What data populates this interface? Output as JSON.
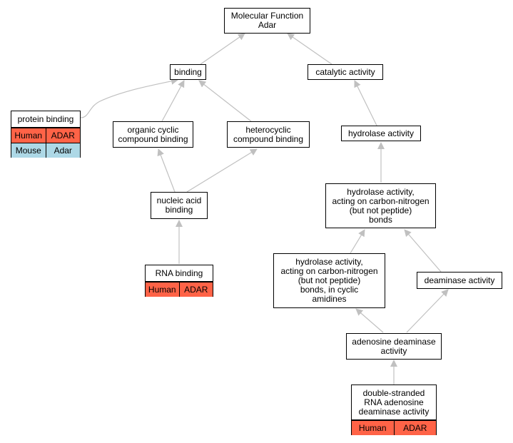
{
  "diagram": {
    "colors": {
      "edge": "#c0c0c0",
      "human_row": "#ff6347",
      "mouse_row": "#add8e6",
      "box_border": "#000000",
      "box_fill": "#ffffff"
    },
    "nodes": {
      "molecular_function": [
        "Molecular Function",
        "Adar"
      ],
      "binding": [
        "binding"
      ],
      "catalytic_activity": [
        "catalytic activity"
      ],
      "organic_cyclic": [
        "organic cyclic",
        "compound binding"
      ],
      "heterocyclic": [
        "heterocyclic",
        "compound binding"
      ],
      "hydrolase_activity": [
        "hydrolase activity"
      ],
      "nucleic_acid": [
        "nucleic acid",
        "binding"
      ],
      "hydrolase_cn": [
        "hydrolase activity,",
        "acting on carbon-nitrogen",
        "(but not peptide)",
        "bonds"
      ],
      "hydrolase_cn_cyclic": [
        "hydrolase activity,",
        "acting on carbon-nitrogen",
        "(but not peptide)",
        "bonds, in cyclic",
        "amidines"
      ],
      "deaminase": [
        "deaminase activity"
      ],
      "adenosine_deaminase": [
        "adenosine deaminase",
        "activity"
      ]
    },
    "annotated": {
      "protein_binding": {
        "title": "protein binding",
        "rows": [
          [
            "Human",
            "ADAR"
          ],
          [
            "Mouse",
            "Adar"
          ]
        ]
      },
      "rna_binding": {
        "title": "RNA binding",
        "rows": [
          [
            "Human",
            "ADAR"
          ]
        ]
      },
      "ds_rna_adenosine_deaminase": {
        "title": [
          "double-stranded",
          "RNA adenosine",
          "deaminase activity"
        ],
        "rows": [
          [
            "Human",
            "ADAR"
          ]
        ]
      }
    }
  }
}
